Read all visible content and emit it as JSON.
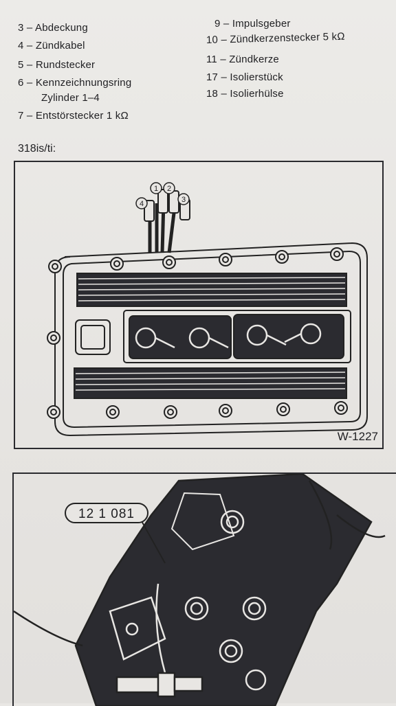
{
  "legend_left": [
    {
      "num": "3",
      "text": "Abdeckung"
    },
    {
      "num": "4",
      "text": "Zündkabel"
    },
    {
      "num": "5",
      "text": "Rundstecker"
    },
    {
      "num": "6",
      "text": "Kennzeichnungsring"
    },
    {
      "num": "",
      "text": "Zylinder 1–4"
    },
    {
      "num": "7",
      "text": "Entstörstecker 1 kΩ"
    }
  ],
  "legend_right": [
    {
      "num": "9",
      "text": "Impulsgeber"
    },
    {
      "num": "10",
      "text": "Zündkerzenstecker 5 kΩ"
    },
    {
      "num": "11",
      "text": "Zündkerze"
    },
    {
      "num": "17",
      "text": "Isolierstück"
    },
    {
      "num": "18",
      "text": "Isolierhülse"
    }
  ],
  "dash": "–",
  "section_title": "318is/ti:",
  "figure1": {
    "code": "W-1227",
    "cylinder_markers": [
      "4",
      "1",
      "2",
      "3"
    ]
  },
  "figure2": {
    "tool_number": "12 1 081"
  },
  "colors": {
    "ink": "#1f1f22",
    "dark_fill": "#2b2b30",
    "paper": "#e9e7e4"
  }
}
